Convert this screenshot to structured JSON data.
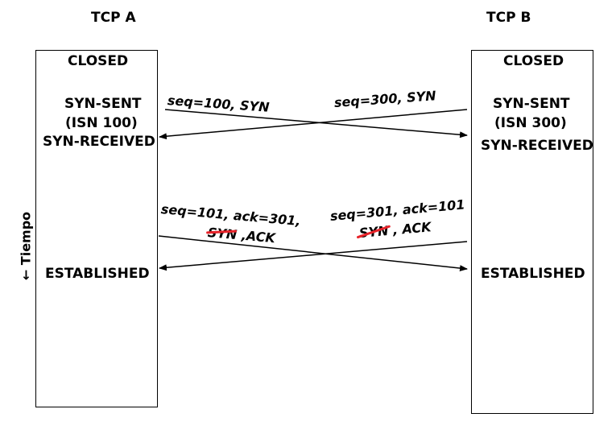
{
  "host_a": {
    "title": "TCP A",
    "states": {
      "closed": "CLOSED",
      "syn_sent": "SYN-SENT",
      "isn": "(ISN 100)",
      "syn_received": "SYN-RECEIVED",
      "established": "ESTABLISHED"
    }
  },
  "host_b": {
    "title": "TCP B",
    "states": {
      "closed": "CLOSED",
      "syn_sent": "SYN-SENT",
      "isn": "(ISN 300)",
      "syn_received": "SYN-RECEIVED",
      "established": "ESTABLISHED"
    }
  },
  "messages": {
    "a_to_b_1": "seq=100, SYN",
    "b_to_a_1": "seq=300, SYN",
    "a_to_b_2_line1": "seq=101, ack=301,",
    "a_to_b_2_struck": "SYN",
    "a_to_b_2_rest": ",ACK",
    "b_to_a_2_line1": "seq=301, ack=101",
    "b_to_a_2_struck": "SYN",
    "b_to_a_2_rest": ", ACK"
  },
  "time_axis": {
    "label": "← Tiempo"
  },
  "colors": {
    "strike": "#e8232a",
    "line": "#000000"
  }
}
